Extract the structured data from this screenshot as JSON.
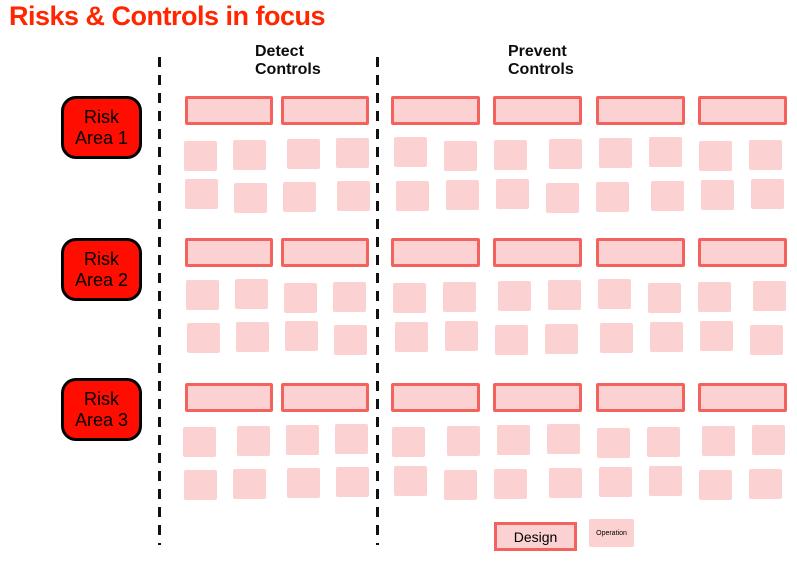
{
  "title": "Risks & Controls in focus",
  "headers": {
    "detect": "Detect\nControls",
    "prevent": "Prevent\nControls"
  },
  "risk_areas": [
    {
      "label": "Risk\nArea 1"
    },
    {
      "label": "Risk\nArea 2"
    },
    {
      "label": "Risk\nArea 3"
    }
  ],
  "columns": [
    {
      "id": "detect",
      "design_count": 2,
      "operation_rows": 2,
      "operation_per_row": 4
    },
    {
      "id": "prevent",
      "design_count": 4,
      "operation_rows": 2,
      "operation_per_row": 8
    }
  ],
  "legend": {
    "design_label": "Design",
    "operation_label": "Operation"
  },
  "colors": {
    "title_red": "#ff2600",
    "risk_box_fill": "#ff0d00",
    "risk_box_border": "#000000",
    "design_border": "#f4625d",
    "control_fill": "#fcd1d1",
    "divider": "#111111"
  }
}
